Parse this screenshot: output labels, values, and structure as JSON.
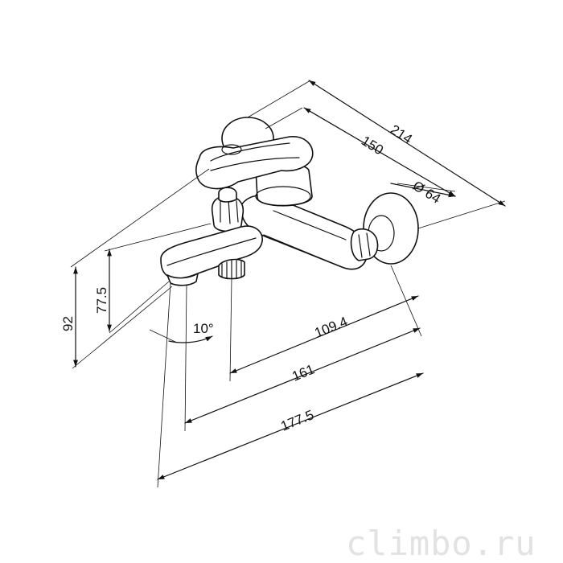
{
  "dimensions": {
    "d214": "214",
    "d150": "150",
    "d64": "Ø 64",
    "d77_5": "77.5",
    "d92": "92",
    "d10deg": "10°",
    "d109_4": "109.4",
    "d161": "161",
    "d177_5": "177.5"
  },
  "watermark": "climbo.ru"
}
